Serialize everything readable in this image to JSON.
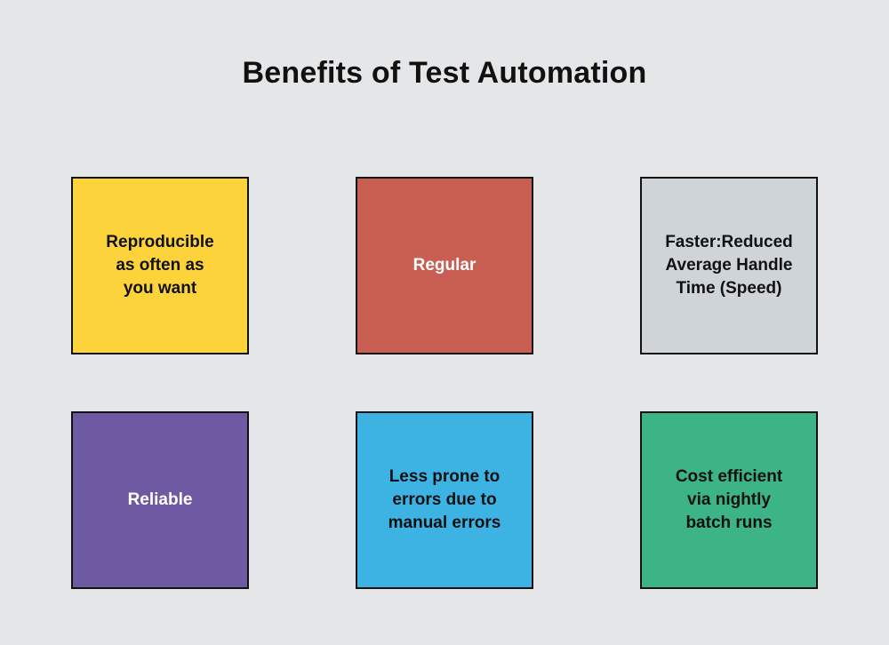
{
  "page": {
    "title": "Benefits of Test Automation",
    "background_color": "#e5e6e8",
    "title_color": "#111111"
  },
  "cards": [
    {
      "id": "reproducible",
      "label": "Reproducible\nas often as\nyou want",
      "fill": "#fcd33b",
      "text_color": "#111111",
      "border_color": "#121212",
      "row": 0,
      "column": 0
    },
    {
      "id": "regular",
      "label": "Regular",
      "fill": "#c95f53",
      "text_color": "#ffffff",
      "border_color": "#121212",
      "row": 0,
      "column": 1
    },
    {
      "id": "faster",
      "label": "Faster:Reduced\nAverage Handle\nTime (Speed)",
      "fill": "#cfd4d8",
      "text_color": "#111111",
      "border_color": "#121212",
      "row": 0,
      "column": 2
    },
    {
      "id": "reliable",
      "label": "Reliable",
      "fill": "#6d5aa3",
      "text_color": "#ffffff",
      "border_color": "#121212",
      "row": 1,
      "column": 0
    },
    {
      "id": "less-prone-to-errors",
      "label": "Less prone to\nerrors due to\nmanual errors",
      "fill": "#3db3e3",
      "text_color": "#111111",
      "border_color": "#121212",
      "row": 1,
      "column": 1
    },
    {
      "id": "cost-efficient",
      "label": "Cost efficient\nvia nightly\nbatch runs",
      "fill": "#3db485",
      "text_color": "#111111",
      "border_color": "#121212",
      "row": 1,
      "column": 2
    }
  ]
}
